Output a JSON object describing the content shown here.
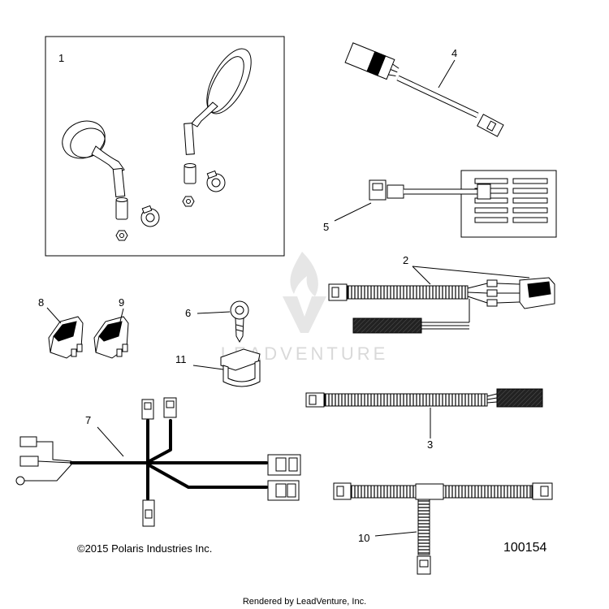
{
  "callouts": {
    "mirror_kit": "1",
    "harness_2": "2",
    "harness_3": "3",
    "module_4": "4",
    "heater_5": "5",
    "clip_6": "6",
    "harness_7": "7",
    "switch_8": "8",
    "switch_9": "9",
    "harness_10": "10",
    "clip_11": "11"
  },
  "copyright": "©2015 Polaris Industries Inc.",
  "figure_number": "100154",
  "footer": "Rendered by LeadVenture, Inc.",
  "watermark": "LEADVENTURE",
  "colors": {
    "background": "#ffffff",
    "line": "#000000",
    "watermark": "#d9d9d9"
  }
}
